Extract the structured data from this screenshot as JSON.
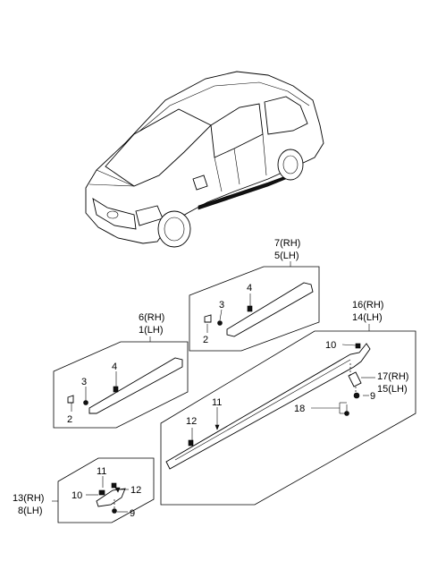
{
  "labels": {
    "p7_5": [
      "7(RH)",
      "5(LH)"
    ],
    "p6_1": [
      "6(RH)",
      "1(LH)"
    ],
    "p16_14": [
      "16(RH)",
      "14(LH)"
    ],
    "p13_8": [
      "13(RH)",
      "8(LH)"
    ],
    "p17_15": [
      "17(RH)",
      "15(LH)"
    ],
    "n2a": "2",
    "n3a": "3",
    "n4a": "4",
    "n2b": "2",
    "n3b": "3",
    "n4b": "4",
    "n10a": "10",
    "n9a": "9",
    "n18": "18",
    "n11a": "11",
    "n12a": "12",
    "n11b": "11",
    "n10b": "10",
    "n12b": "12",
    "n9b": "9"
  }
}
